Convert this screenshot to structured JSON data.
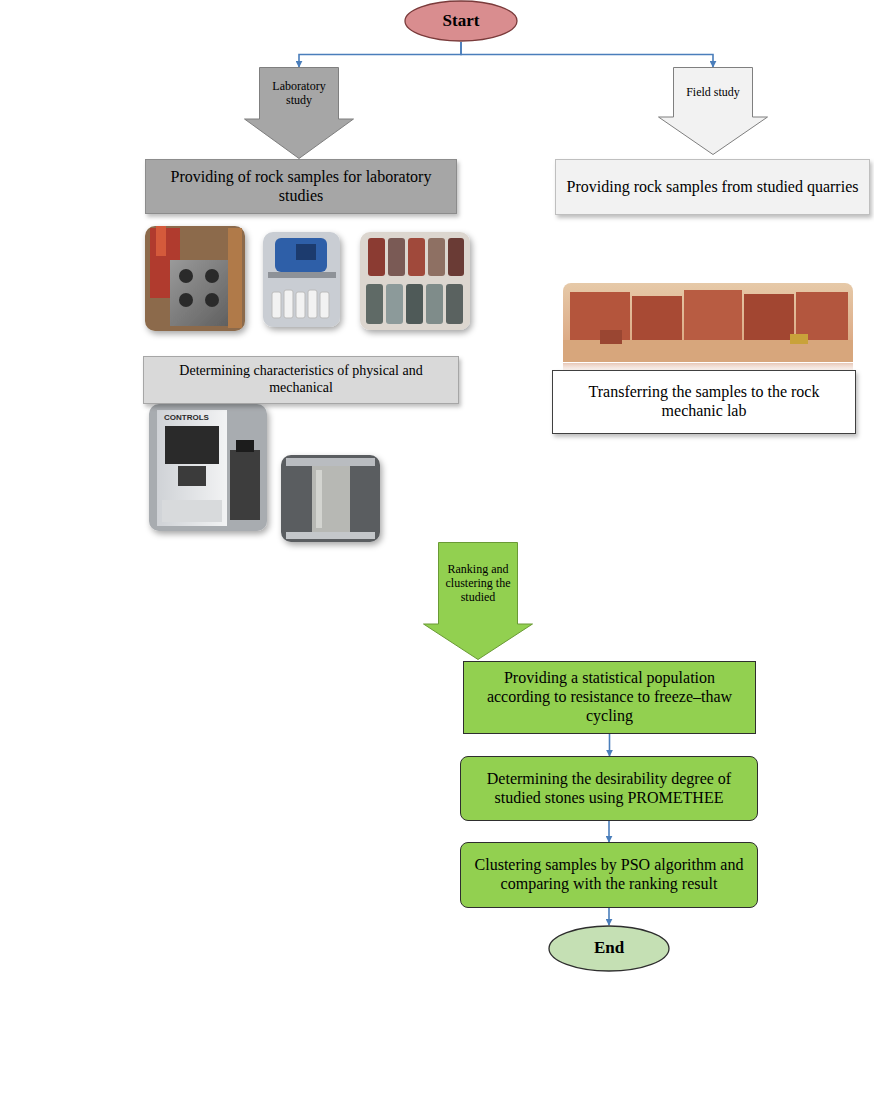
{
  "diagram": {
    "nodes": [
      {
        "text": [
          "Start"
        ]
      },
      {
        "text": [
          "Laboratory study"
        ]
      },
      {
        "text": [
          "Field study"
        ]
      },
      {
        "text": [
          "Providing of rock samples for laboratory studies"
        ]
      },
      {
        "text": [
          "Providing rock samples from studied quarries"
        ]
      },
      {
        "text": [
          "Determining characteristics of physical and mechanical"
        ]
      },
      {
        "text": [
          "Transferring the samples to the rock mechanic lab"
        ]
      },
      {
        "text": [
          "Ranking and clustering the studied"
        ]
      },
      {
        "text": [
          "Providing a statistical population according to resistance to freeze–thaw cycling"
        ]
      },
      {
        "text": [
          "Determining the desirability degree of studied stones using PROMETHEE"
        ]
      },
      {
        "text": [
          "Clustering samples by PSO algorithm and comparing with the ranking result"
        ]
      },
      {
        "text": [
          "End"
        ]
      }
    ],
    "edges": [
      {
        "from": 0,
        "to": 1,
        "arrow": "to"
      },
      {
        "from": 0,
        "to": 2,
        "arrow": "to"
      },
      {
        "from": 8,
        "to": 9,
        "arrow": "to"
      },
      {
        "from": 9,
        "to": 10,
        "arrow": "to"
      },
      {
        "from": 10,
        "to": 11,
        "arrow": "to"
      }
    ],
    "labels": [
      "CONTROLS"
    ]
  }
}
